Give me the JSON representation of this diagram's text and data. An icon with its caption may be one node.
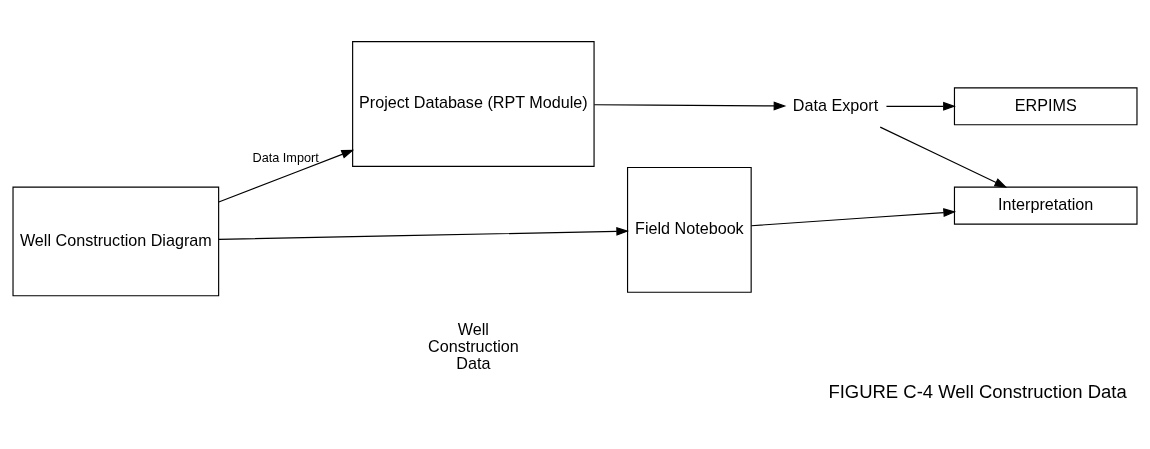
{
  "diagram": {
    "caption": "FIGURE C-4 Well Construction Data",
    "nodes": [
      {
        "text": [
          "Well Construction Diagram"
        ]
      },
      {
        "text": [
          "Project Database (RPT Module)"
        ]
      },
      {
        "text": [
          "Data Export"
        ]
      },
      {
        "text": [
          "ERPIMS"
        ]
      },
      {
        "text": [
          "Interpretation"
        ]
      },
      {
        "text": [
          "Field Notebook"
        ]
      }
    ],
    "edges": [
      {
        "from": 0,
        "to": 1,
        "arrow": "to",
        "label": "Data Import"
      },
      {
        "from": 1,
        "to": 2,
        "arrow": "to"
      },
      {
        "from": 2,
        "to": 3,
        "arrow": "to"
      },
      {
        "from": 2,
        "to": 4,
        "arrow": "to"
      },
      {
        "from": 0,
        "to": 5,
        "arrow": "to"
      },
      {
        "from": 5,
        "to": 4,
        "arrow": "to"
      }
    ],
    "labels": [
      "Well Construction Data"
    ]
  }
}
